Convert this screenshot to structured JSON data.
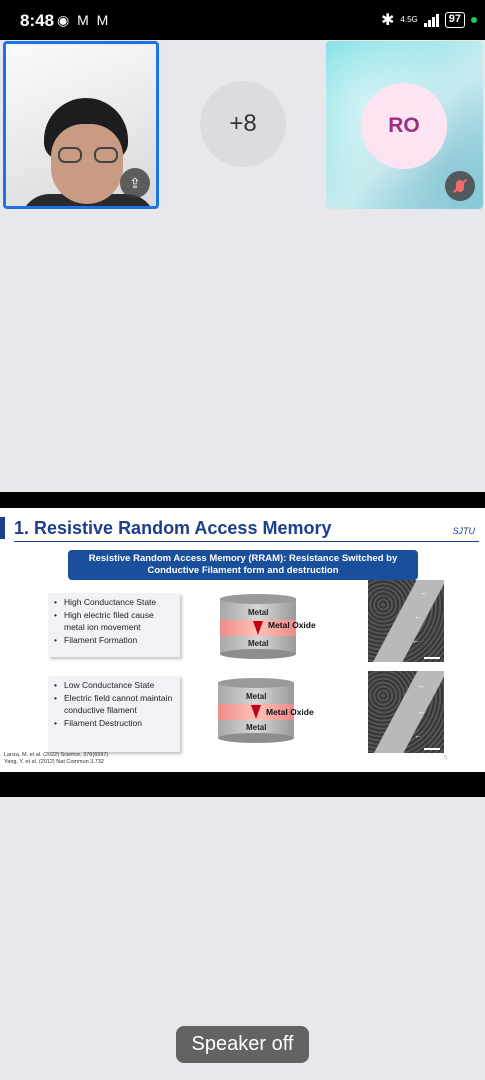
{
  "status_bar": {
    "time": "8:48",
    "left_icons": "◉ M M",
    "bluetooth": "✱",
    "network": "4.5G",
    "battery": "97",
    "dot_color": "#1ec95e"
  },
  "tiles": {
    "self_share_icon": "share-screen-icon",
    "more_count": "+8",
    "ro_initials": "RO",
    "ro_mic_icon": "mic-off-icon"
  },
  "slide": {
    "title": "1. Resistive Random Access Memory",
    "logo": "SJTU",
    "banner_line1": "Resistive Random Access Memory (RRAM): Resistance Switched by",
    "banner_line2": "Conductive Filament form and destruction",
    "box1": [
      "High Conductance State",
      "High electric filed cause metal ion movement",
      "Filament Formation"
    ],
    "box2": [
      "Low Conductance State",
      "Electric field cannot maintain conductive filament",
      "Filament Destruction"
    ],
    "metal_label": "Metal",
    "oxide_label": "Metal Oxide",
    "ref1": "Lanza, M. et al. (2022) Science, 376(6597)",
    "ref2": "Yang, Y. et al. (2012) Nat Commun 3,732",
    "page_number": "5"
  },
  "toast": {
    "label": "Speaker off"
  }
}
